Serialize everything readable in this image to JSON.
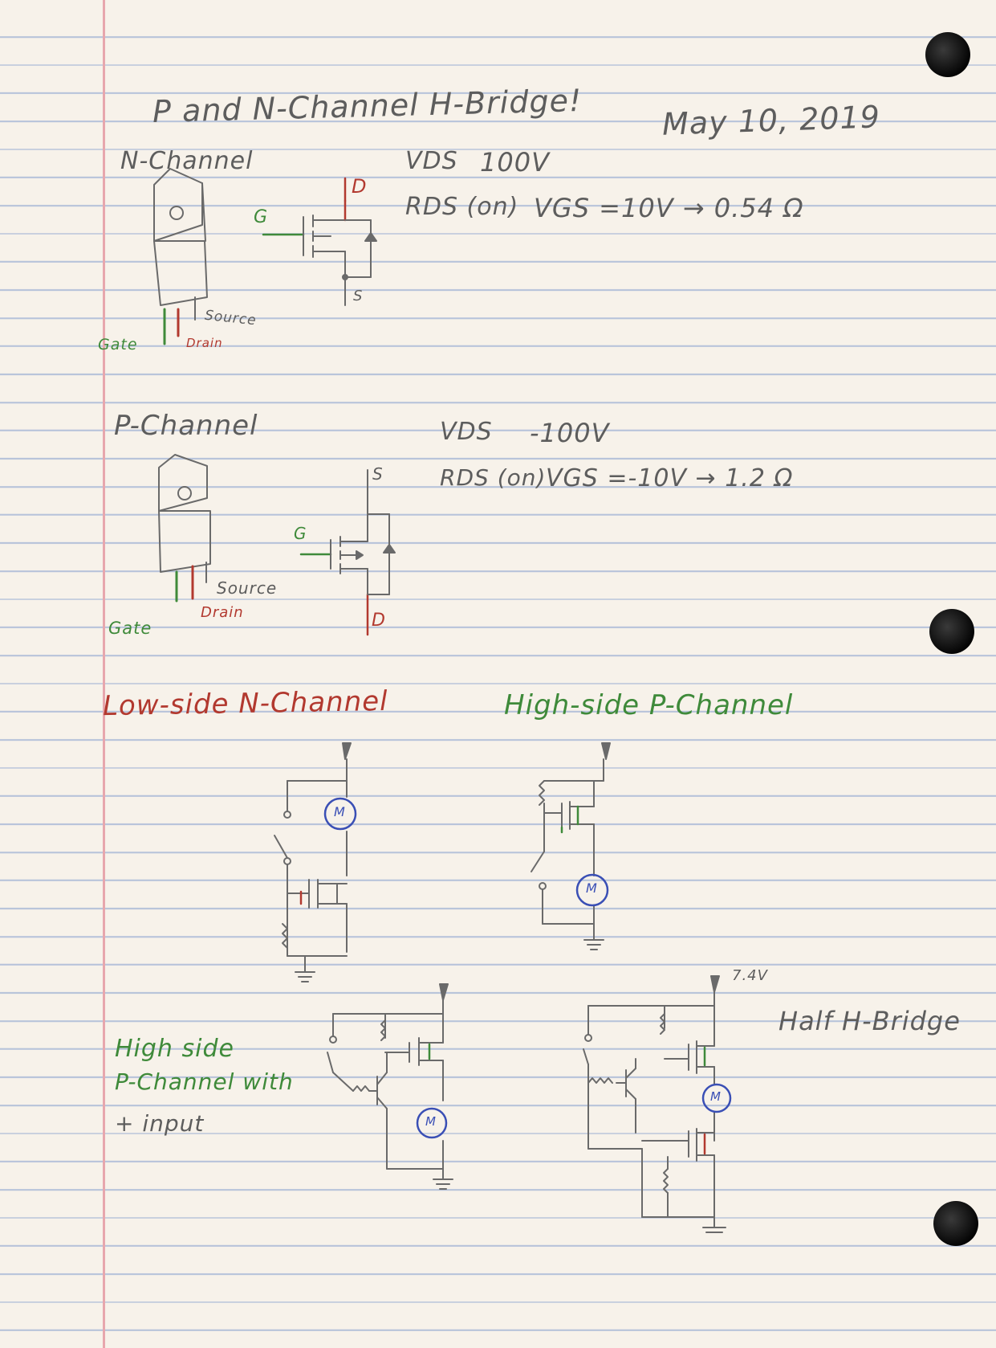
{
  "page": {
    "title": "P and N-Channel  H-Bridge!",
    "date": "May 10, 2019"
  },
  "n_channel": {
    "heading": "N-Channel",
    "vds_label": "VDS",
    "vds_value": "100V",
    "rds_label": "RDS (on)",
    "rds_condition": "VGS =10V → 0.54 Ω",
    "pin_gate": "Gate",
    "pin_drain": "Drain",
    "pin_source": "Source",
    "sym_g": "G",
    "sym_d": "D",
    "sym_s": "S"
  },
  "p_channel": {
    "heading": "P-Channel",
    "vds_label": "VDS",
    "vds_value": "-100V",
    "rds_label": "RDS (on)",
    "rds_condition": "VGS =-10V → 1.2 Ω",
    "pin_gate": "Gate",
    "pin_drain": "Drain",
    "pin_source": "Source",
    "sym_g": "G",
    "sym_d": "D",
    "sym_s": "S"
  },
  "circuits": {
    "low_side": "Low-side N-Channel",
    "high_side": "High-side P-Channel",
    "high_side_input": [
      "High side",
      "P-Channel with",
      "+ input"
    ],
    "half_bridge": "Half H-Bridge",
    "supply_voltage": "7.4V",
    "motor_label": "M"
  },
  "colors": {
    "paper": "#f7f2ea",
    "rule_line": "#b7c3da",
    "margin_line": "#e7a7ad",
    "pencil": "#5d5d5d",
    "green_ink": "#3f8a3a",
    "red_ink": "#b2392f",
    "blue_ink": "#3a4fb5"
  }
}
